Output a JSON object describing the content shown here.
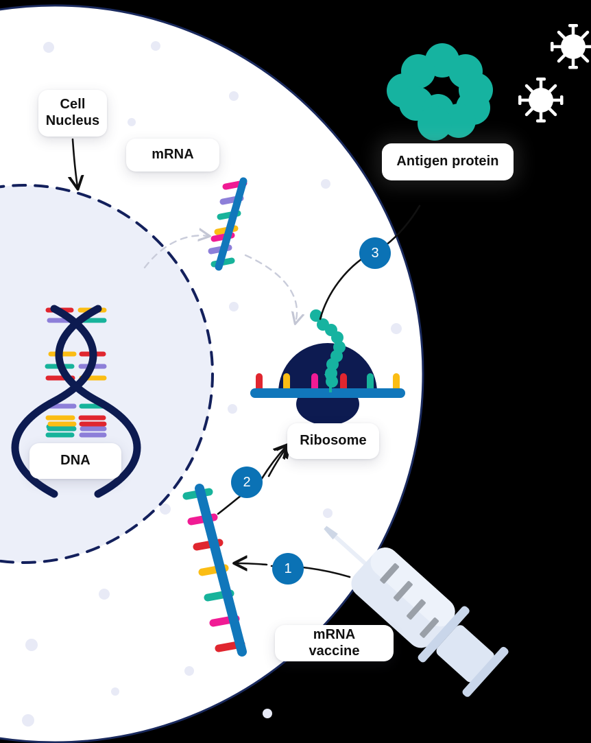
{
  "diagram": {
    "title": "mRNA vaccine mechanism of action",
    "background_color": "#000000",
    "cell_color": "#ffffff",
    "cell_border_color": "#1a2a5e",
    "nucleus_color": "#eceff9",
    "nucleus_border_color": "#13205c"
  },
  "labels": {
    "cell_nucleus": "Cell\nNucleus",
    "mrna": "mRNA",
    "dna": "DNA",
    "ribosome": "Ribosome",
    "mrna_vaccine": "mRNA vaccine",
    "antigen_protein": "Antigen protein"
  },
  "steps": [
    {
      "number": "1",
      "meaning": "mRNA vaccine is injected and mRNA enters the cell"
    },
    {
      "number": "2",
      "meaning": "mRNA travels to the ribosome"
    },
    {
      "number": "3",
      "meaning": "Antigen protein is produced and displayed outside the cell"
    }
  ],
  "colors": {
    "accent_blue": "#0b72b5",
    "mrna_strand": "#1177bb",
    "navy": "#0d1b51",
    "teal": "#16b3a0",
    "base_red": "#e0262f",
    "base_yellow": "#fbbd14",
    "base_magenta": "#f01b94",
    "base_purple": "#8d7fd9",
    "base_teal": "#17b39b",
    "dot_lavender": "#e8eaf6",
    "syringe_body": "#dfe6f2",
    "syringe_mark": "#9aa0a8",
    "virus_white": "#ffffff"
  },
  "elements": {
    "dna_strand": "DNA double helix inside the cell nucleus",
    "mrna_upper": "mRNA strand in cytoplasm moving toward ribosome",
    "mrna_lower": "mRNA strand entering the cell from the vaccine",
    "ribosome": "Ribosome translating mRNA into protein",
    "protein_chain": "Growing teal antigen protein chain",
    "antigen_protein": "Folded antigen protein outside the cell",
    "syringe": "Vaccine syringe",
    "viruses": "Virus particles"
  },
  "mrna_upper_bases": [
    "magenta",
    "purple",
    "teal",
    "yellow",
    "magenta",
    "purple",
    "teal"
  ],
  "mrna_lower_bases": [
    "teal",
    "magenta",
    "red",
    "yellow",
    "teal",
    "magenta",
    "red"
  ],
  "ribosome_bases": [
    "red",
    "yellow",
    "magenta",
    "red",
    "teal",
    "yellow"
  ]
}
